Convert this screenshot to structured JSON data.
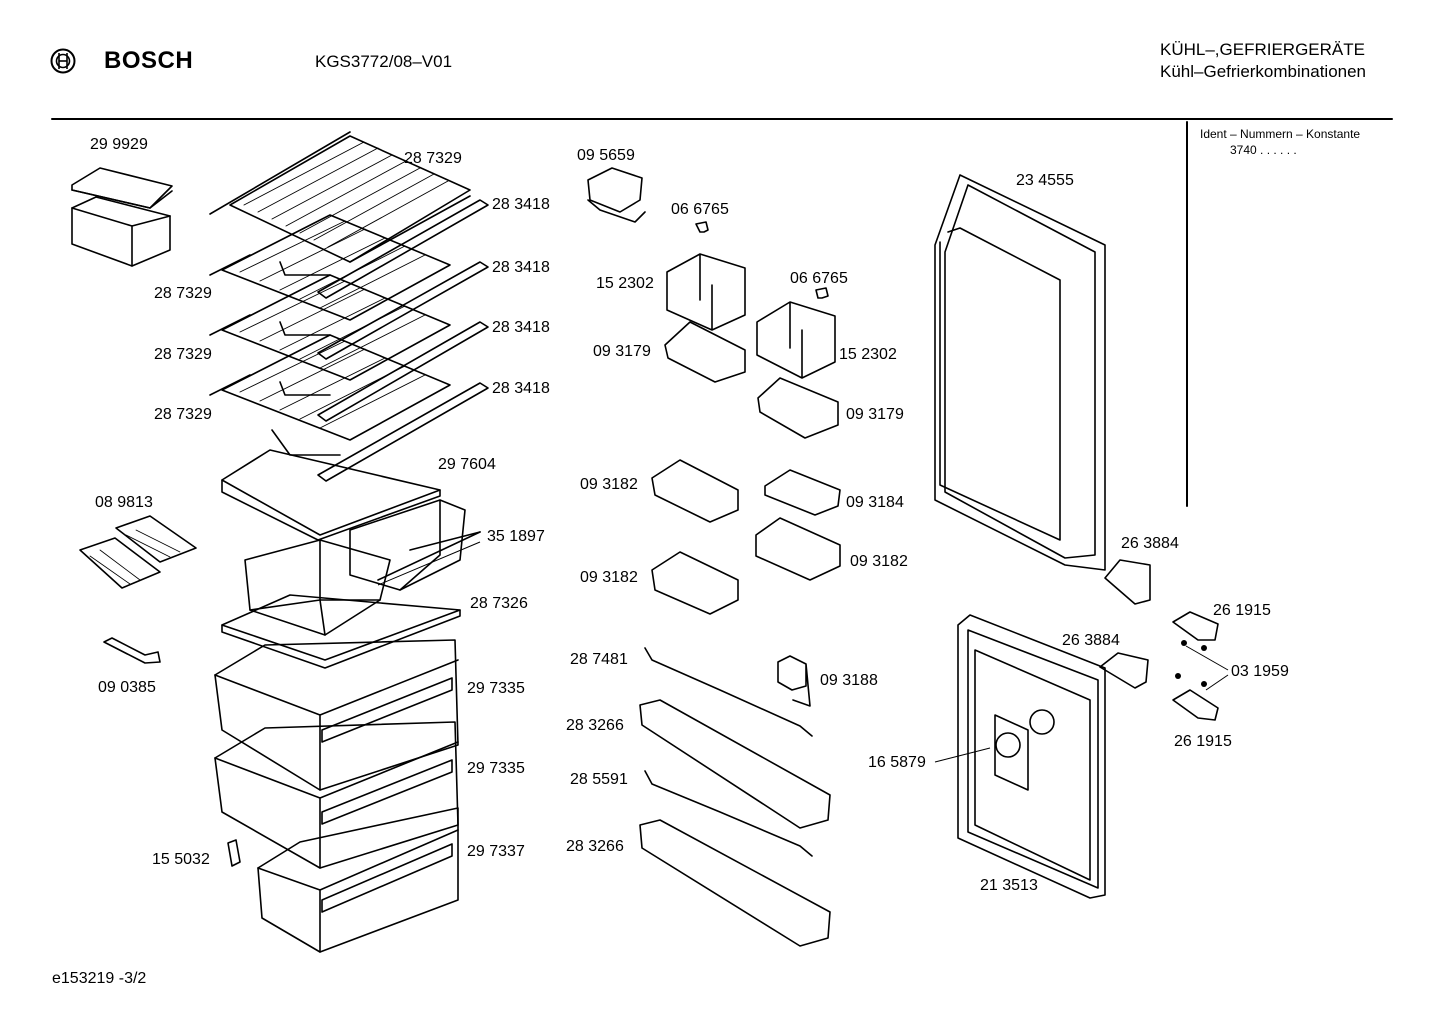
{
  "header": {
    "brand": "BOSCH",
    "model": "KGS3772/08–V01",
    "category_line1": "KÜHL–,GEFRIERGERÄTE",
    "category_line2": "Kühl–Gefrierkombinationen"
  },
  "ident": {
    "heading": "Ident – Nummern – Konstante",
    "value": "3740 . . . . . ."
  },
  "footer": {
    "drawing_id": "e153219 -3/2"
  },
  "parts": [
    "29 9929",
    "28 7329",
    "28 3418",
    "28 3418",
    "28 7329",
    "28 3418",
    "28 7329",
    "28 3418",
    "28 7329",
    "29 7604",
    "08 9813",
    "35 1897",
    "28 7326",
    "09 0385",
    "29 7335",
    "29 7335",
    "15 5032",
    "29 7337",
    "09 5659",
    "06 6765",
    "15 2302",
    "06 6765",
    "09 3179",
    "15 2302",
    "09 3179",
    "09 3182",
    "09 3184",
    "09 3182",
    "09 3182",
    "28 7481",
    "09 3188",
    "28 3266",
    "28 5591",
    "28 3266",
    "23 4555",
    "26 3884",
    "26 1915",
    "26 3884",
    "03 1959",
    "26 1915",
    "16 5879",
    "21 3513"
  ]
}
